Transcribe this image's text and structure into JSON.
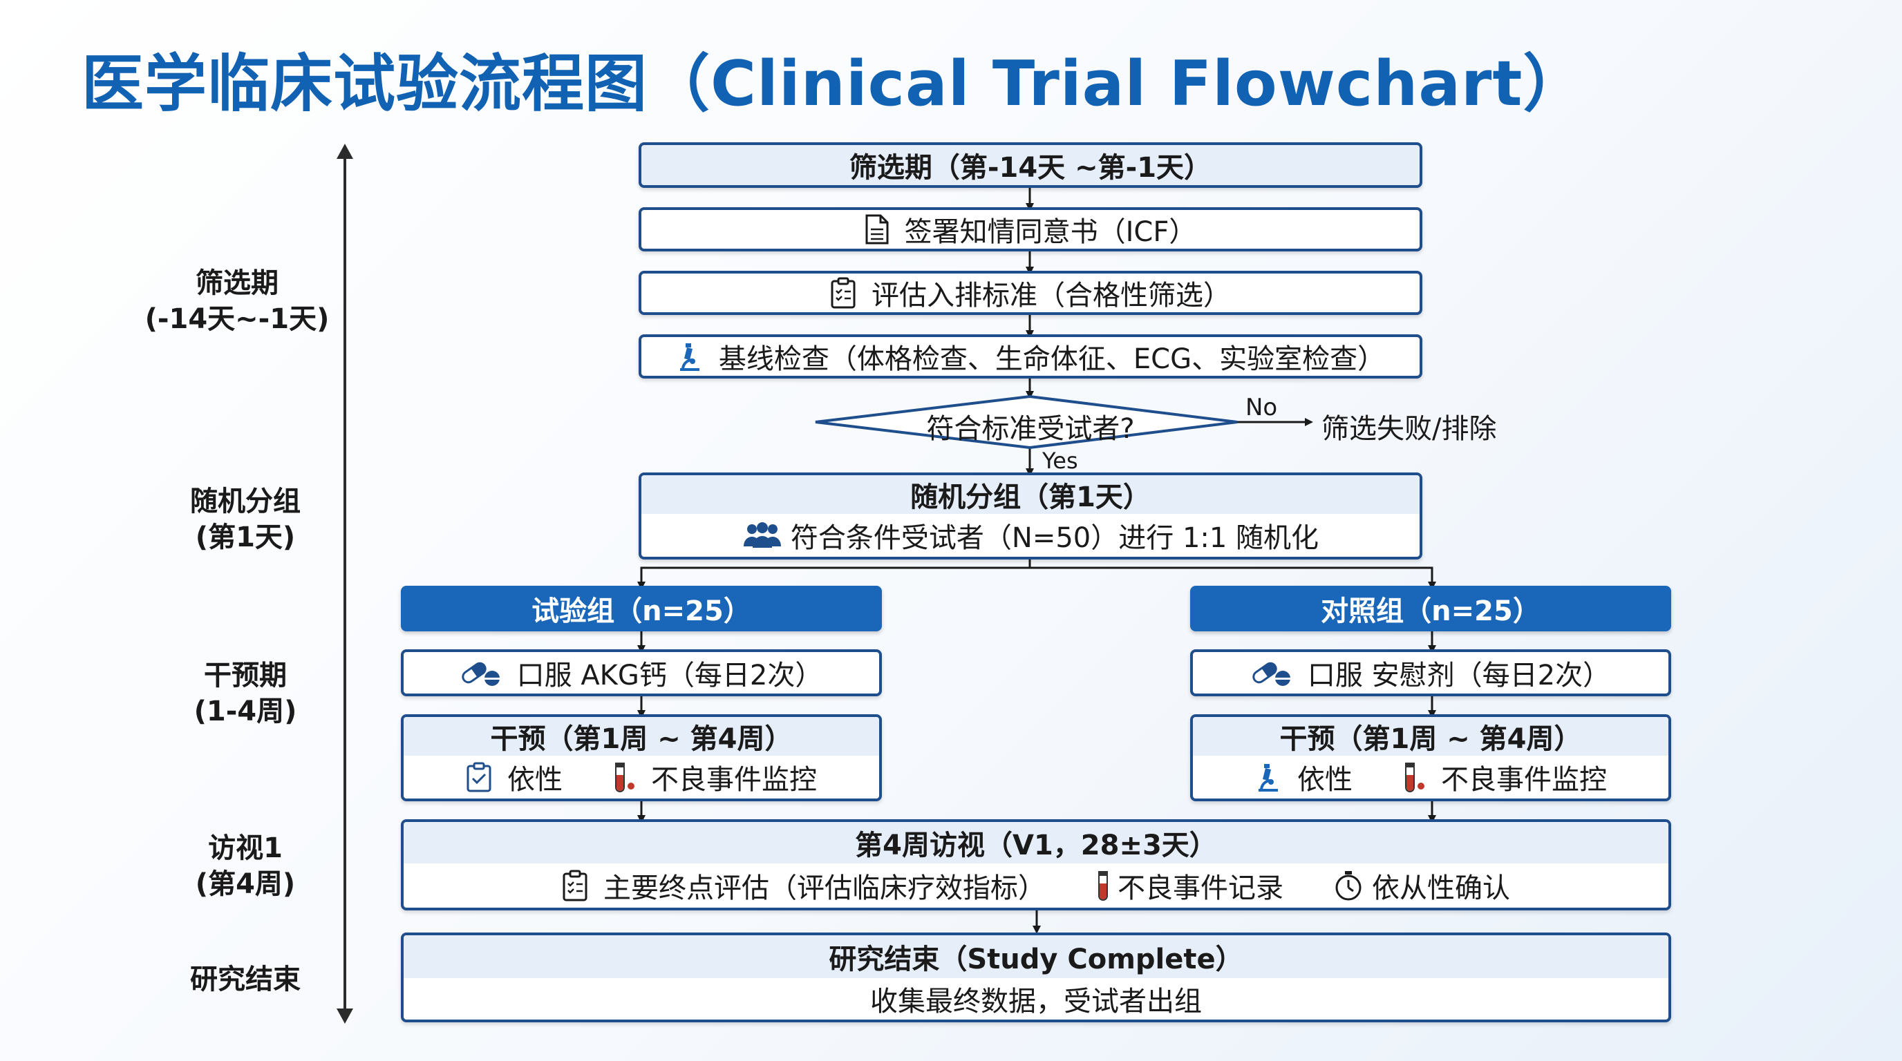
{
  "title": "医学临床试验流程图（Clinical Trial Flowchart）",
  "phases": [
    {
      "label": "筛选期",
      "sub": "(-14天~-1天)"
    },
    {
      "label": "随机分组",
      "sub": "(第1天)"
    },
    {
      "label": "干预期",
      "sub": "(1-4周)"
    },
    {
      "label": "访视1",
      "sub": "(第4周)"
    },
    {
      "label": "研究结束",
      "sub": ""
    }
  ],
  "screening": {
    "header": "筛选期（第-14天 ~第-1天）",
    "icf": "签署知情同意书（ICF）",
    "criteria": "评估入排标准（合格性筛选）",
    "baseline": "基线检查（体格检查、生命体征、ECG、实验室检查）",
    "decision": "符合标准受试者?",
    "no_label": "No",
    "no_outcome": "筛选失败/排除",
    "yes_label": "Yes"
  },
  "randomization": {
    "header": "随机分组（第1天）",
    "detail": "符合条件受试者（N=50）进行 1:1 随机化"
  },
  "test_arm": {
    "header": "试验组（n=25）",
    "drug": "口服 AKG钙（每日2次）",
    "intervention": "干预（第1周 ~ 第4周）",
    "item1": "依性",
    "item2": "不良事件监控"
  },
  "control_arm": {
    "header": "对照组（n=25）",
    "drug": "口服 安慰剂（每日2次）",
    "intervention": "干预（第1周 ~ 第4周）",
    "item1": "依性",
    "item2": "不良事件监控"
  },
  "visit": {
    "header": "第4周访视（V1，28±3天）",
    "item1": "主要终点评估（评估临床疗效指标）",
    "item2": "不良事件记录",
    "item3": "依从性确认"
  },
  "end": {
    "header": "研究结束（Study Complete）",
    "detail": "收集最终数据，受试者出组"
  },
  "colors": {
    "title": "#1262b3",
    "box_border": "#1f4e8c",
    "box_fill_light": "#e6eef9",
    "arm_header": "#1a66b8",
    "blood_icon": "#c0392b"
  }
}
